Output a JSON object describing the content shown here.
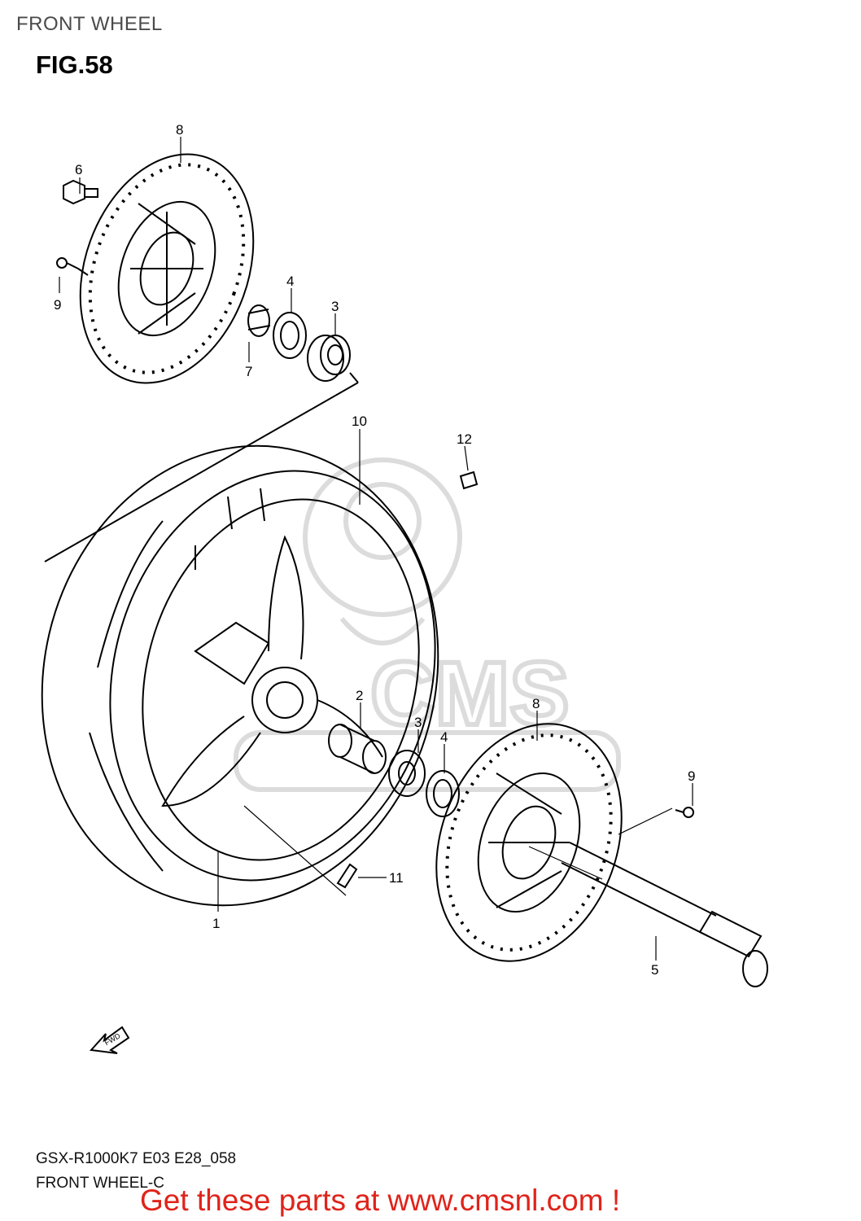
{
  "header": {
    "title": "FRONT WHEEL"
  },
  "figure": {
    "label": "FIG.58"
  },
  "callouts": [
    {
      "id": "c8a",
      "text": "8"
    },
    {
      "id": "c6",
      "text": "6"
    },
    {
      "id": "c9a",
      "text": "9"
    },
    {
      "id": "c4a",
      "text": "4"
    },
    {
      "id": "c3a",
      "text": "3"
    },
    {
      "id": "c7",
      "text": "7"
    },
    {
      "id": "c10",
      "text": "10"
    },
    {
      "id": "c12",
      "text": "12"
    },
    {
      "id": "c2",
      "text": "2"
    },
    {
      "id": "c3b",
      "text": "3"
    },
    {
      "id": "c4b",
      "text": "4"
    },
    {
      "id": "c8b",
      "text": "8"
    },
    {
      "id": "c9b",
      "text": "9"
    },
    {
      "id": "c11",
      "text": "11"
    },
    {
      "id": "c1",
      "text": "1"
    },
    {
      "id": "c5",
      "text": "5"
    }
  ],
  "direction_arrow": {
    "text": "FWD"
  },
  "watermark": {
    "text": "CMS",
    "color": "#d9d9d9"
  },
  "footer": {
    "model_code": "GSX-R1000K7 E03 E28_058",
    "caption": "FRONT WHEEL-C",
    "cta": "Get these parts at www.cmsnl.com !",
    "cta_color": "#e0231a"
  }
}
